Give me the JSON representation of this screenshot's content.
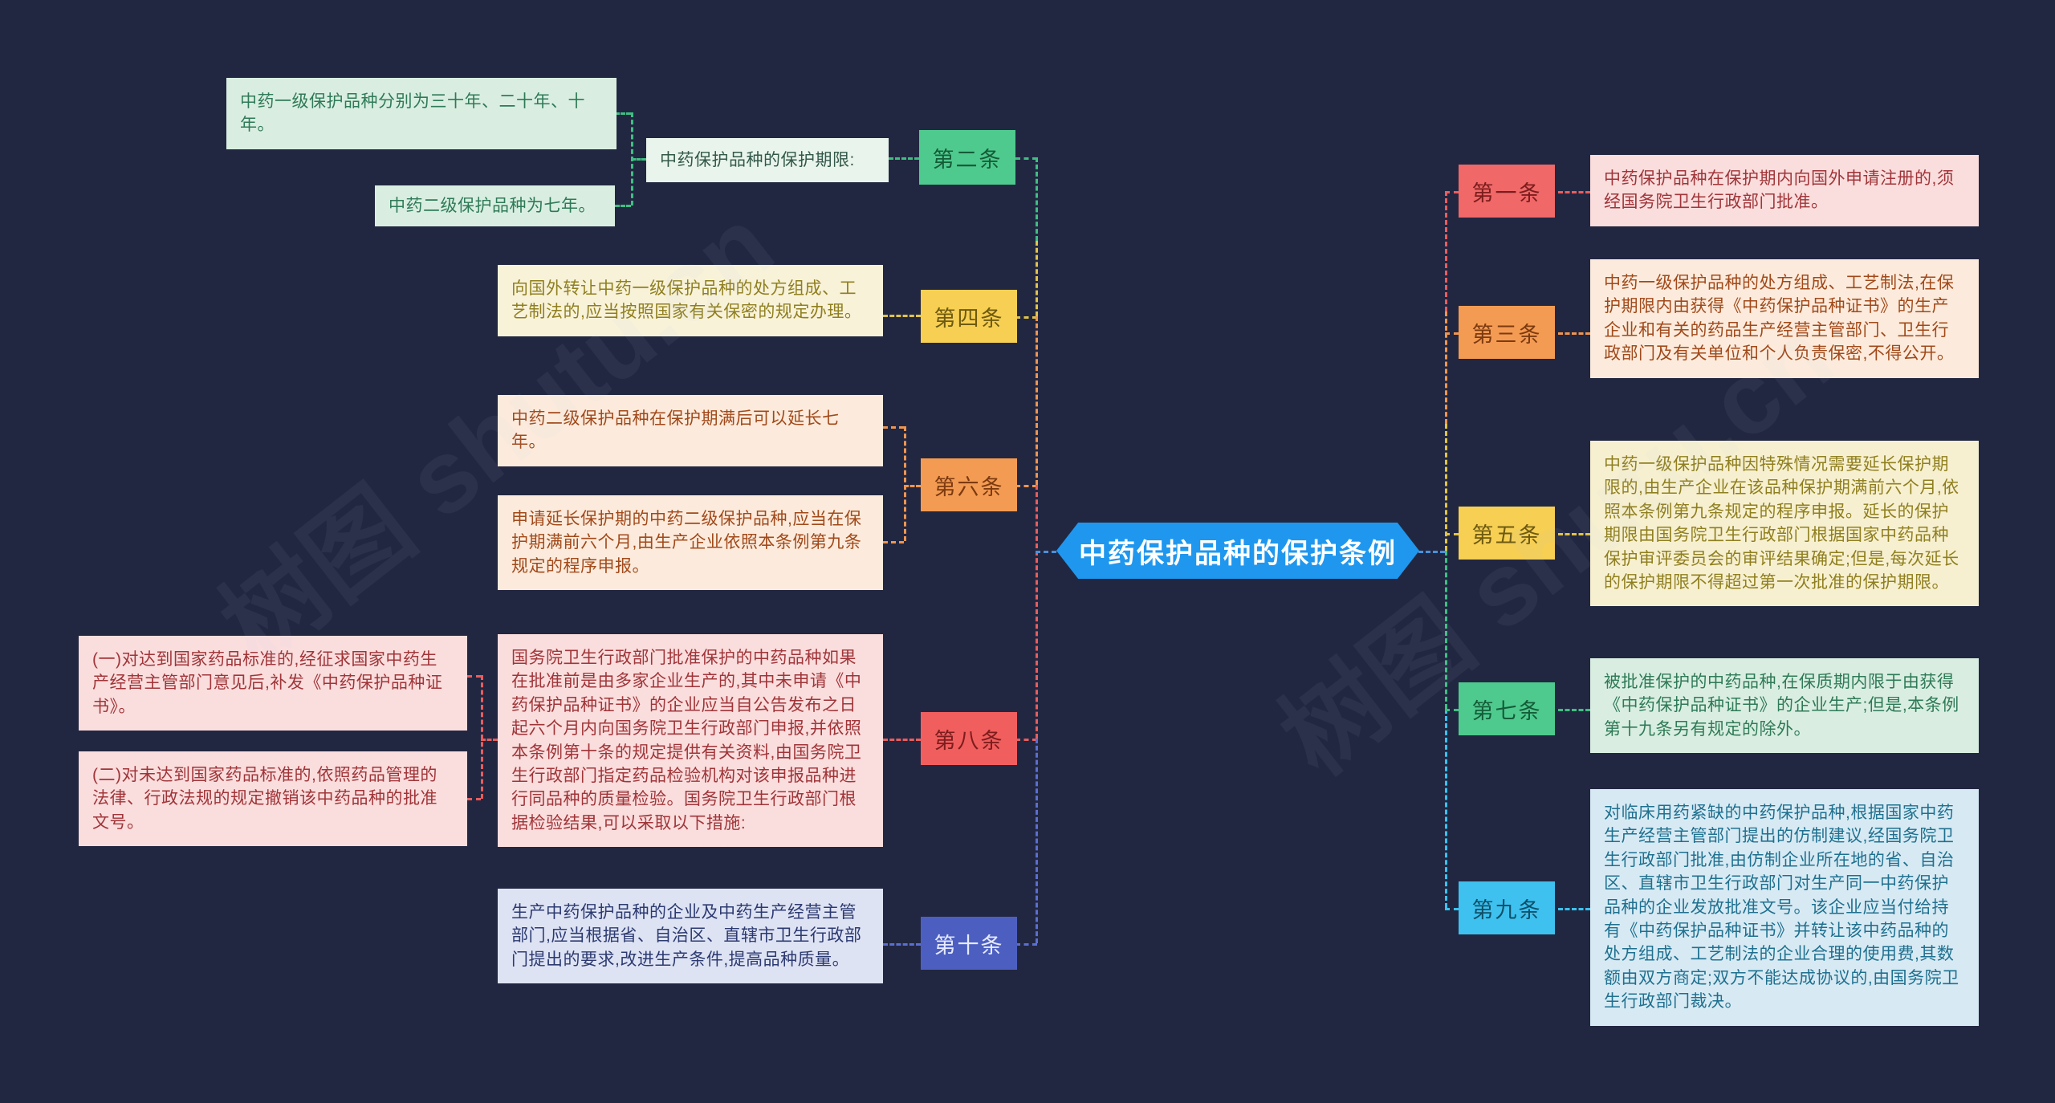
{
  "palette": {
    "background": "#222741",
    "center_blue": "#1f97ee",
    "green": "#4fca8e",
    "yellow": "#f6cf53",
    "orange": "#f49b53",
    "red": "#f15e5e",
    "indigo": "#4c5fc0",
    "cyan": "#3ec1ef"
  },
  "watermark": {
    "text": "树图 shutu.cn"
  },
  "center": {
    "label": "中药保护品种的保护条例"
  },
  "articles": {
    "a1": {
      "label": "第一条",
      "detail": "中药保护品种在保护期内向国外申请注册的,须经国务院卫生行政部门批准。"
    },
    "a2": {
      "label": "第二条",
      "period_label": "中药保护品种的保护期限:",
      "first_grade": "中药一级保护品种分别为三十年、二十年、十年。",
      "second_grade": "中药二级保护品种为七年。"
    },
    "a3": {
      "label": "第三条",
      "detail": "中药一级保护品种的处方组成、工艺制法,在保护期限内由获得《中药保护品种证书》的生产企业和有关的药品生产经营主管部门、卫生行政部门及有关单位和个人负责保密,不得公开。"
    },
    "a4": {
      "label": "第四条",
      "detail": "向国外转让中药一级保护品种的处方组成、工艺制法的,应当按照国家有关保密的规定办理。"
    },
    "a5": {
      "label": "第五条",
      "detail": "中药一级保护品种因特殊情况需要延长保护期限的,由生产企业在该品种保护期满前六个月,依照本条例第九条规定的程序申报。延长的保护期限由国务院卫生行政部门根据国家中药品种保护审评委员会的审评结果确定;但是,每次延长的保护期限不得超过第一次批准的保护期限。"
    },
    "a6": {
      "label": "第六条",
      "extend": "中药二级保护品种在保护期满后可以延长七年。",
      "apply": "申请延长保护期的中药二级保护品种,应当在保护期满前六个月,由生产企业依照本条例第九条规定的程序申报。"
    },
    "a7": {
      "label": "第七条",
      "detail": "被批准保护的中药品种,在保质期内限于由获得《中药保护品种证书》的企业生产;但是,本条例第十九条另有规定的除外。"
    },
    "a8": {
      "label": "第八条",
      "detail": "国务院卫生行政部门批准保护的中药品种如果在批准前是由多家企业生产的,其中未申请《中药保护品种证书》的企业应当自公告发布之日起六个月内向国务院卫生行政部门申报,并依照本条例第十条的规定提供有关资料,由国务院卫生行政部门指定药品检验机构对该申报品种进行同品种的质量检验。国务院卫生行政部门根据检验结果,可以采取以下措施:",
      "item1": "(一)对达到国家药品标准的,经征求国家中药生产经营主管部门意见后,补发《中药保护品种证书》。",
      "item2": "(二)对未达到国家药品标准的,依照药品管理的法律、行政法规的规定撤销该中药品种的批准文号。"
    },
    "a9": {
      "label": "第九条",
      "detail": "对临床用药紧缺的中药保护品种,根据国家中药生产经营主管部门提出的仿制建议,经国务院卫生行政部门批准,由仿制企业所在地的省、自治区、直辖市卫生行政部门对生产同一中药保护品种的企业发放批准文号。该企业应当付给持有《中药保护品种证书》并转让该中药品种的处方组成、工艺制法的企业合理的使用费,其数额由双方商定;双方不能达成协议的,由国务院卫生行政部门裁决。"
    },
    "a10": {
      "label": "第十条",
      "detail": "生产中药保护品种的企业及中药生产经营主管部门,应当根据省、自治区、直辖市卫生行政部门提出的要求,改进生产条件,提高品种质量。"
    }
  }
}
